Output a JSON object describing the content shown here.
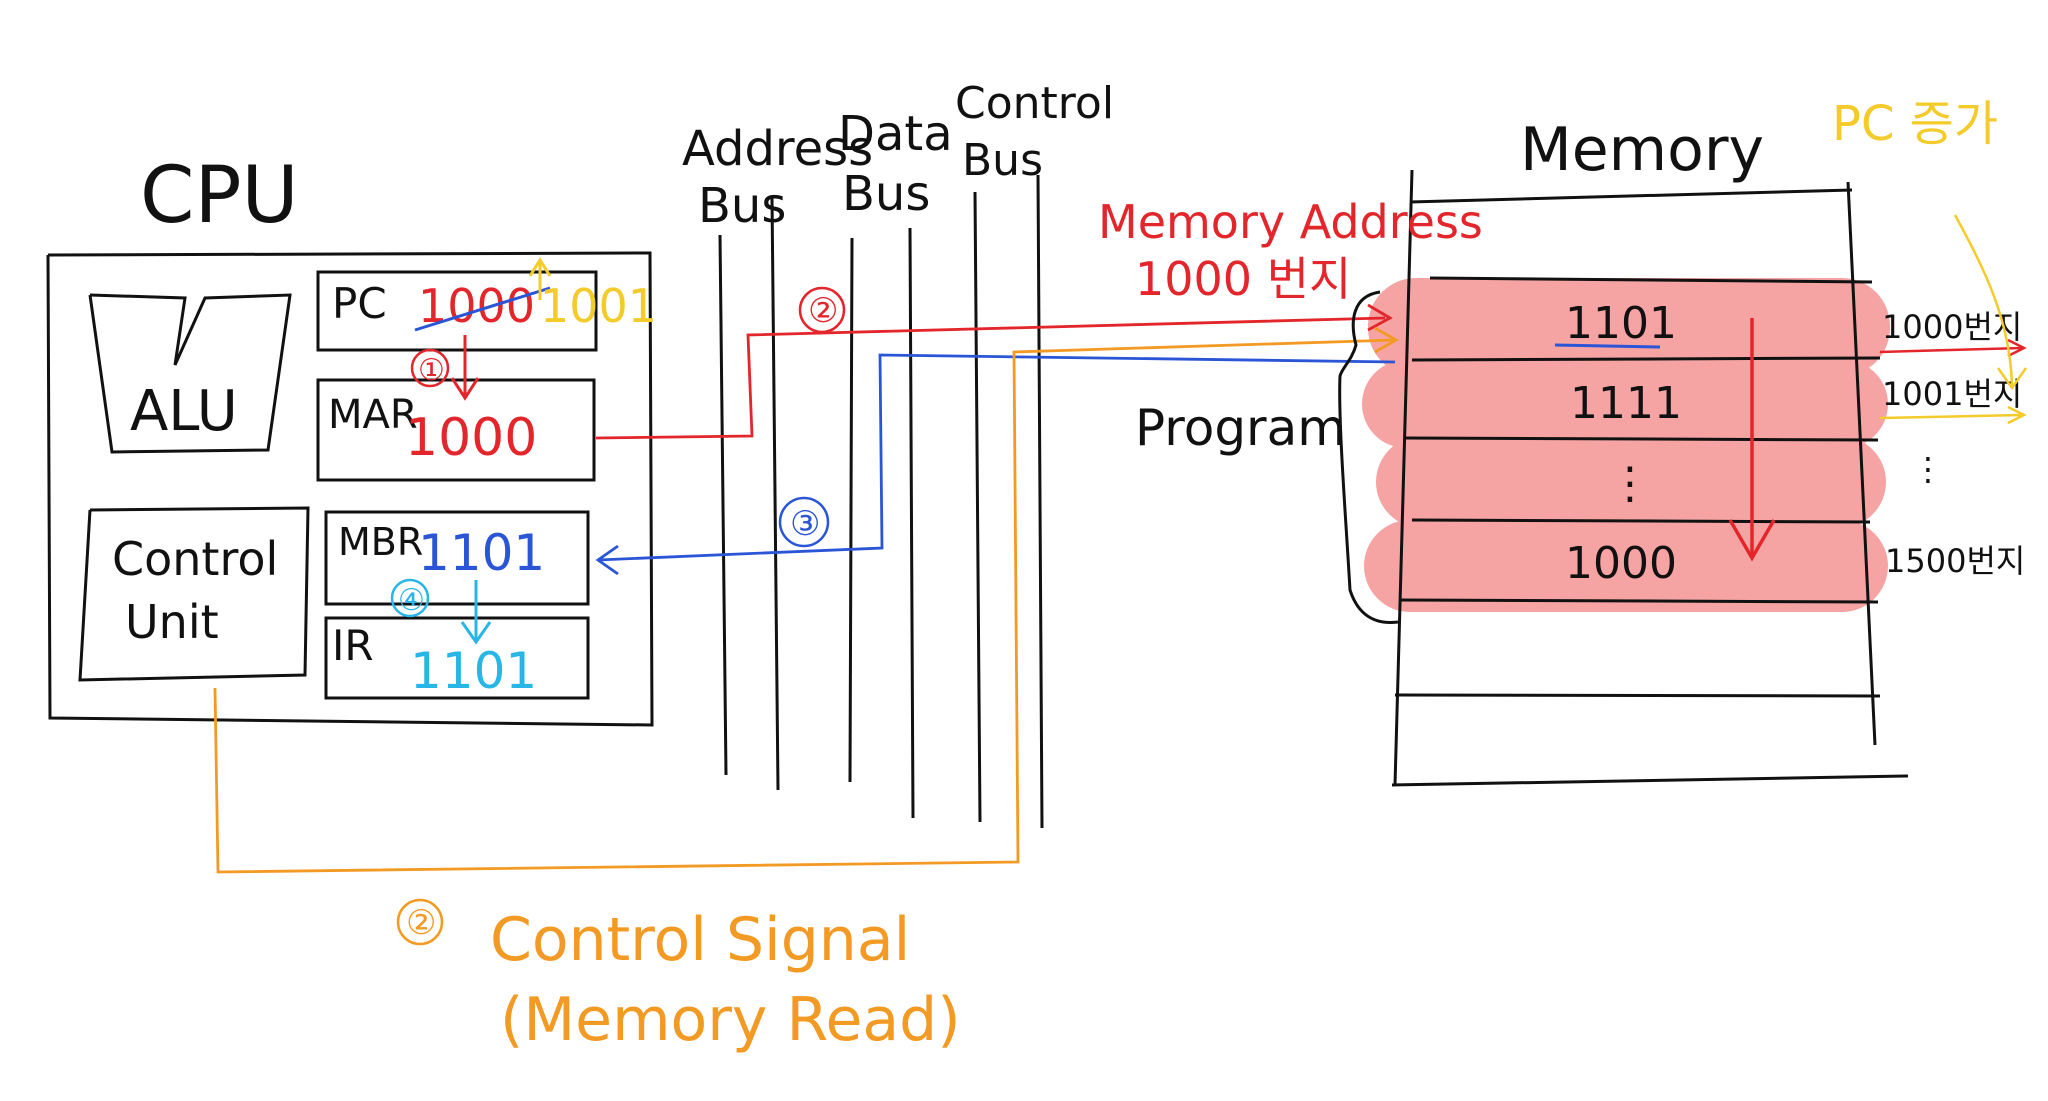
{
  "cpu": {
    "title": "CPU",
    "alu": {
      "label": "ALU"
    },
    "control_unit": {
      "label_line1": "Control",
      "label_line2": "Unit"
    },
    "registers": {
      "pc": {
        "label": "PC",
        "old_value": "1000",
        "new_value": "1001"
      },
      "mar": {
        "label": "MAR",
        "value": "1000"
      },
      "mbr": {
        "label": "MBR",
        "value": "1101"
      },
      "ir": {
        "label": "IR",
        "value": "1101"
      }
    }
  },
  "buses": {
    "address": {
      "line1": "Address",
      "line2": "Bus"
    },
    "data": {
      "line1": "Data",
      "line2": "Bus"
    },
    "control": {
      "line1": "Control",
      "line2": "Bus"
    }
  },
  "memory": {
    "title": "Memory",
    "program_label": "Program",
    "cells": [
      {
        "value": "1101",
        "address": "1000번지"
      },
      {
        "value": "1111",
        "address": "1001번지"
      },
      {
        "value": "⋮",
        "address": "⋮"
      },
      {
        "value": "1000",
        "address": "1500번지"
      }
    ],
    "address_annotation": {
      "line1": "Memory Address",
      "line2": "1000 번지"
    },
    "pc_note": "PC 증가"
  },
  "steps": {
    "step1": "①",
    "step2_address": "②",
    "step2_control": "②",
    "step3": "③",
    "step4": "④"
  },
  "control_signal": {
    "line1": "Control Signal",
    "line2": "(Memory Read)"
  },
  "colors": {
    "ink": "#111111",
    "red": "#e3262b",
    "blue": "#2a55d6",
    "cyan": "#29b6e6",
    "orange": "#f39a25",
    "yellow": "#f3cb2a",
    "highlight": "#f58f8f"
  }
}
